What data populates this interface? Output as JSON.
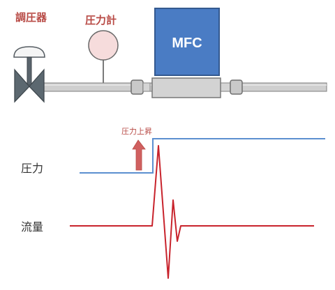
{
  "labels": {
    "regulator": "調圧器",
    "gauge": "圧力計",
    "mfc": "MFC",
    "pressure_rise": "圧力上昇",
    "pressure": "圧力",
    "flow": "流量"
  },
  "colors": {
    "label_red": "#b84a45",
    "mfc_blue": "#4a7cc4",
    "pressure_line": "#5b8fd0",
    "flow_line": "#c8232c",
    "arrow_red": "#d06060",
    "pipe_gray": "#c8c8c8",
    "valve_dark": "#505b63",
    "gauge_fill": "#f6dcdc"
  },
  "icons": {
    "regulator": "pressure-regulator-valve-icon",
    "gauge": "pressure-gauge-icon",
    "arrow": "arrow-up-icon"
  }
}
